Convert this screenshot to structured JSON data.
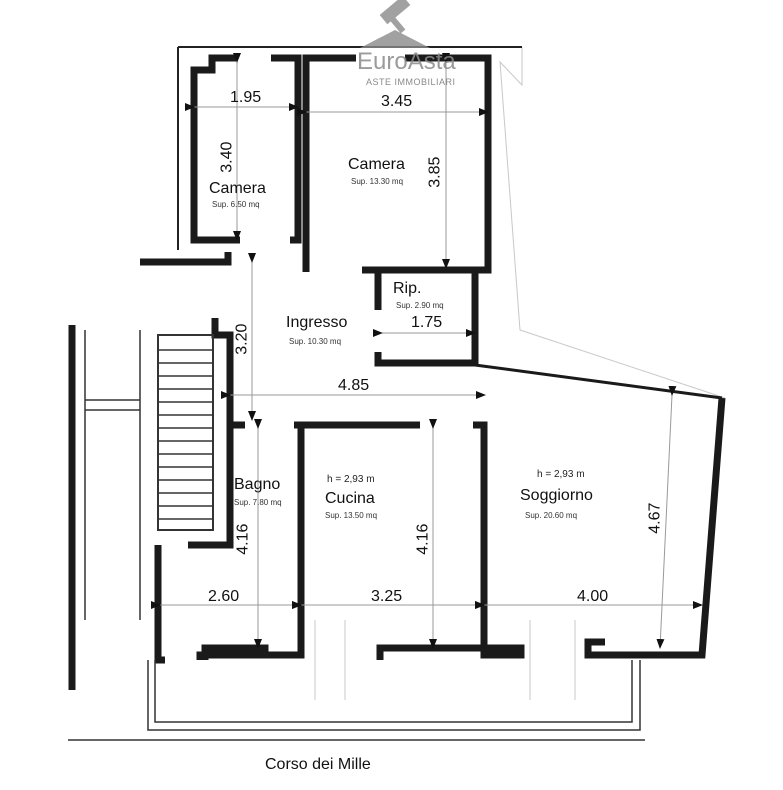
{
  "logo": {
    "name": "EuroAsta",
    "tagline": "ASTE IMMOBILIARI",
    "icon": "gavel-icon"
  },
  "rooms": [
    {
      "name": "Camera",
      "area": "Sup. 6.50 mq"
    },
    {
      "name": "Camera",
      "area": "Sup. 13.30 mq"
    },
    {
      "name": "Rip.",
      "area": "Sup. 2.90 mq"
    },
    {
      "name": "Ingresso",
      "area": "Sup. 10.30 mq"
    },
    {
      "name": "Bagno",
      "area": "Sup. 7.80 mq"
    },
    {
      "name": "Cucina",
      "area": "Sup. 13.50 mq",
      "height": "h = 2,93 m"
    },
    {
      "name": "Soggiorno",
      "area": "Sup. 20.60 mq",
      "height": "h = 2,93 m"
    }
  ],
  "dimensions": {
    "d1": "1.95",
    "d2": "3.45",
    "d3": "3.40",
    "d4": "3.85",
    "d5": "3.20",
    "d6": "1.75",
    "d7": "4.85",
    "d8": "4.16",
    "d9": "4.16",
    "d10": "4.67",
    "d11": "2.60",
    "d12": "3.25",
    "d13": "4.00"
  },
  "street": "Corso dei Mille"
}
